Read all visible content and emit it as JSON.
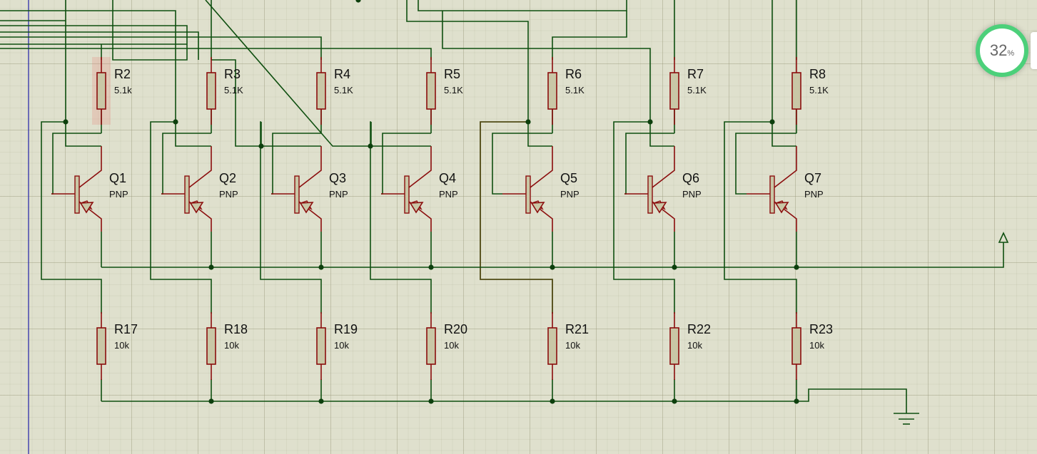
{
  "colors": {
    "wire": "#0f4f10",
    "component": "#8b0d0d",
    "resistor_fill": "#c9c7a6",
    "junction": "#0d3f0d",
    "highlight_wire": "#5a4a16",
    "sheet_border": "#1f1fa8",
    "badge_ring": "#4cd07a"
  },
  "zoom_badge": {
    "value": "32",
    "unit": "%"
  },
  "components": {
    "pullup_resistors": [
      {
        "ref": "R2",
        "value": "5.1k"
      },
      {
        "ref": "R3",
        "value": "5.1K"
      },
      {
        "ref": "R4",
        "value": "5.1K"
      },
      {
        "ref": "R5",
        "value": "5.1K"
      },
      {
        "ref": "R6",
        "value": "5.1K"
      },
      {
        "ref": "R7",
        "value": "5.1K"
      },
      {
        "ref": "R8",
        "value": "5.1K"
      }
    ],
    "transistors": [
      {
        "ref": "Q1",
        "type": "PNP"
      },
      {
        "ref": "Q2",
        "type": "PNP"
      },
      {
        "ref": "Q3",
        "type": "PNP"
      },
      {
        "ref": "Q4",
        "type": "PNP"
      },
      {
        "ref": "Q5",
        "type": "PNP"
      },
      {
        "ref": "Q6",
        "type": "PNP"
      },
      {
        "ref": "Q7",
        "type": "PNP"
      }
    ],
    "pulldown_resistors": [
      {
        "ref": "R17",
        "value": "10k"
      },
      {
        "ref": "R18",
        "value": "10k"
      },
      {
        "ref": "R19",
        "value": "10k"
      },
      {
        "ref": "R20",
        "value": "10k"
      },
      {
        "ref": "R21",
        "value": "10k"
      },
      {
        "ref": "R22",
        "value": "10k"
      },
      {
        "ref": "R23",
        "value": "10k"
      }
    ]
  }
}
